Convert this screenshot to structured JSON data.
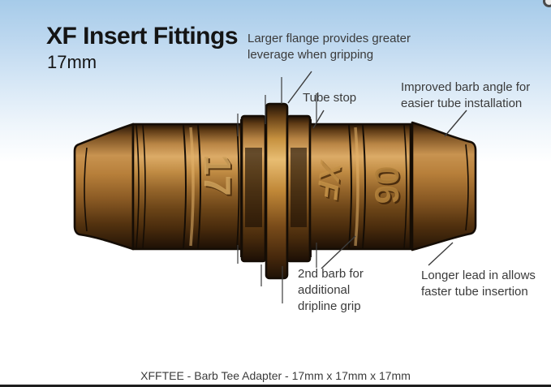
{
  "header": {
    "title": "XF Insert Fittings",
    "subtitle": "17mm"
  },
  "annotations": {
    "flange": "Larger flange provides greater\nleverage when gripping",
    "tube_stop": "Tube stop",
    "barb_angle": "Improved barb angle for\neasier tube installation",
    "second_barb": "2nd barb for\nadditional\ndripline grip",
    "lead_in": "Longer lead in allows\nfaster tube insertion"
  },
  "fitting": {
    "emboss_left": "17",
    "emboss_center": "XF",
    "emboss_right": "90"
  },
  "caption": "XFFTEE - Barb Tee Adapter - 17mm x 17mm x 17mm",
  "colors": {
    "background_top": "#a6cbe9",
    "background_bottom": "#ffffff",
    "body_bronze": "#96662b",
    "body_highlight": "#dcab67",
    "outline": "#150d05",
    "annotation_text": "#3a3a3a",
    "leader_line": "#3c3c3c"
  }
}
